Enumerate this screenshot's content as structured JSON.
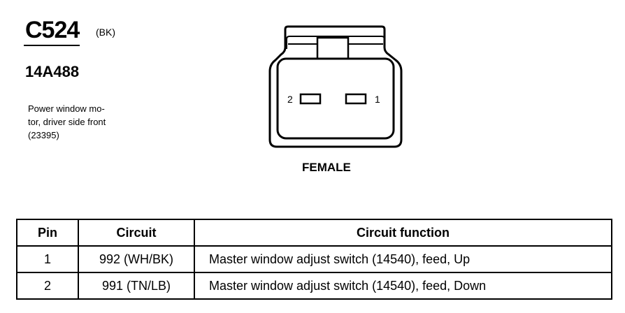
{
  "connector": {
    "id": "C524",
    "color_code": "(BK)",
    "part_number": "14A488",
    "description_lines": [
      "Power window mo-",
      "tor, driver side front",
      "(23395)"
    ],
    "gender": "FEMALE",
    "pin_labels": [
      "2",
      "1"
    ]
  },
  "table": {
    "headers": [
      "Pin",
      "Circuit",
      "Circuit function"
    ],
    "rows": [
      {
        "pin": "1",
        "circuit": "992 (WH/BK)",
        "function": "Master window adjust switch (14540), feed, Up"
      },
      {
        "pin": "2",
        "circuit": "991 (TN/LB)",
        "function": "Master window adjust switch (14540), feed, Down"
      }
    ]
  }
}
